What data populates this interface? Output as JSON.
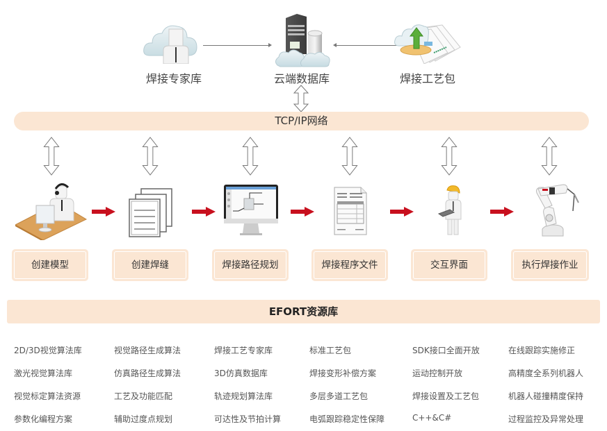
{
  "top": {
    "left_label": "焊接专家库",
    "center_label": "云端数据库",
    "right_label": "焊接工艺包",
    "left_icon": "cloud-expert-icon",
    "center_icon": "cloud-server-database-icon",
    "right_icon": "cloud-process-package-icon"
  },
  "network": {
    "label": "TCP/IP网络"
  },
  "steps": [
    {
      "label": "创建模型",
      "icon": "operator-at-desk-icon"
    },
    {
      "label": "创建焊缝",
      "icon": "stacked-documents-icon"
    },
    {
      "label": "焊接路径规划",
      "icon": "monitor-path-planning-icon"
    },
    {
      "label": "焊接程序文件",
      "icon": "program-file-icon"
    },
    {
      "label": "交互界面",
      "icon": "engineer-with-tablet-icon"
    },
    {
      "label": "执行焊接作业",
      "icon": "welding-robot-icon"
    }
  ],
  "resources": {
    "title": "EFORT资源库",
    "columns": [
      [
        "2D/3D视觉算法库",
        "激光视觉算法库",
        "视觉标定算法资源",
        "参数化编程方案"
      ],
      [
        "视觉路径生成算法",
        "仿真路径生成算法",
        "工艺及功能匹配",
        "辅助过度点规划"
      ],
      [
        "焊接工艺专家库",
        "3D仿真数据库",
        "轨迹规划算法库",
        "可达性及节拍计算"
      ],
      [
        "标准工艺包",
        "焊接变形补偿方案",
        "多层多道工艺包",
        "电弧跟踪稳定性保障"
      ],
      [
        "SDK接口全面开放",
        "运动控制开放",
        "焊接设置及工艺包",
        "C++&C#"
      ],
      [
        "在线跟踪实施修正",
        "高精度全系列机器人",
        "机器人碰撞精度保持",
        "过程监控及异常处理"
      ]
    ]
  },
  "colors": {
    "band": "#fbe6d3",
    "flow_arrow": "#c8101e",
    "text": "#444444"
  }
}
